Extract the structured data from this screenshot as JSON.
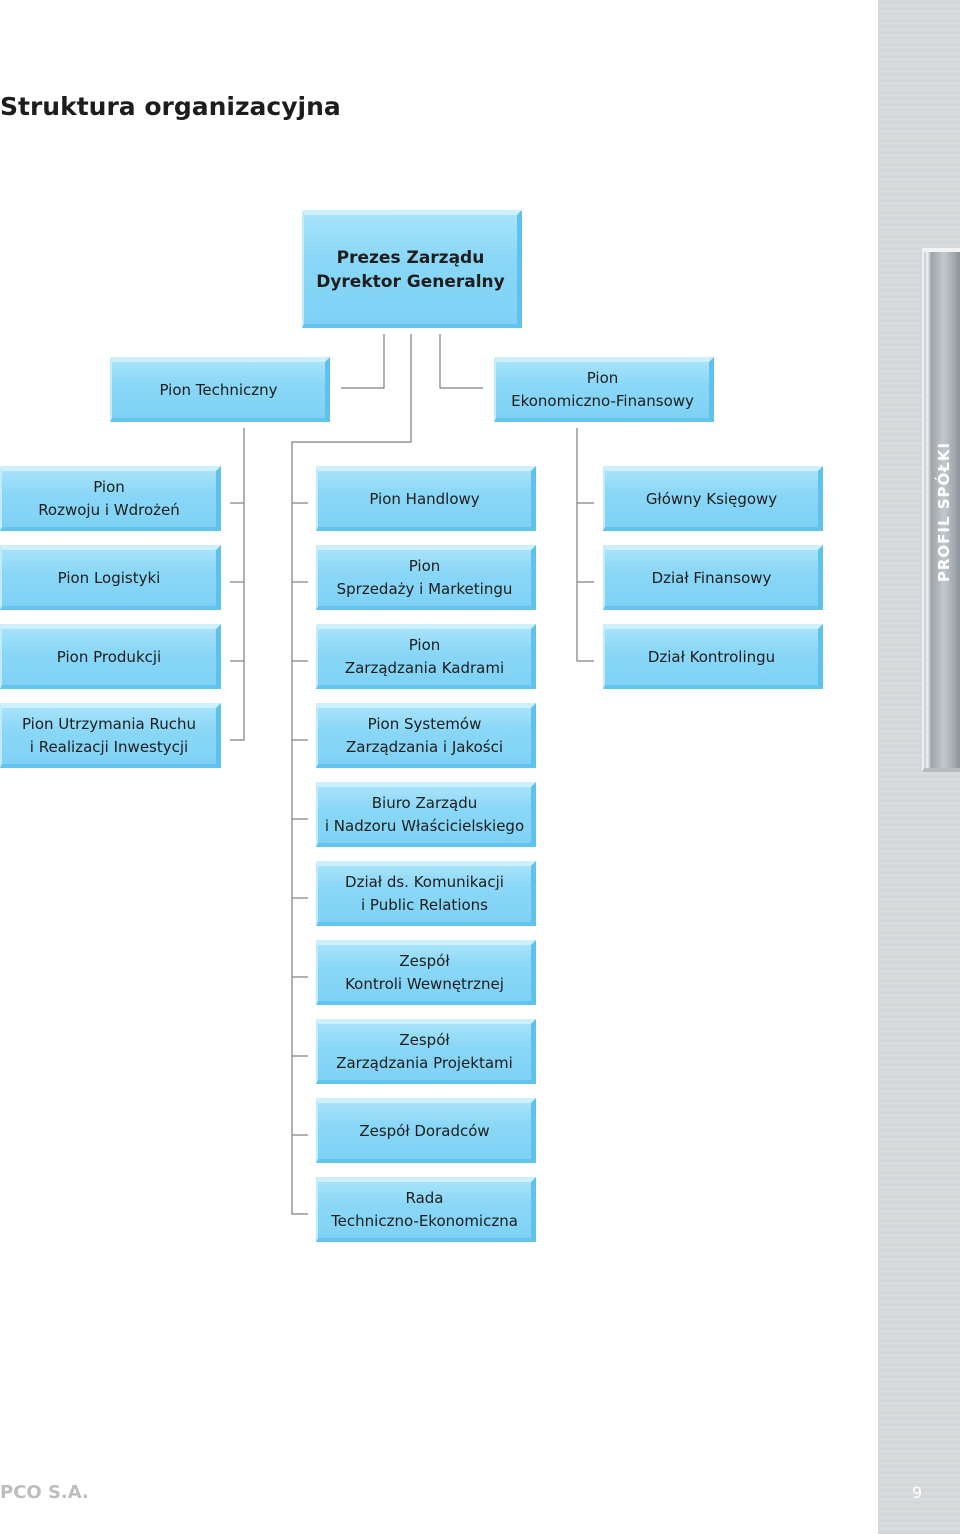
{
  "page": {
    "title": "Struktura organizacyjna",
    "side_tab": "PROFIL SPÓŁKI",
    "footer_company": "PCO S.A.",
    "page_number": "9"
  },
  "colors": {
    "box_fill": "#8ad7f7",
    "box_highlight": "#cdf0fd",
    "box_shadow": "#5ec2ec",
    "connector": "#808080",
    "text": "#1d1d1b"
  },
  "org": {
    "ceo": {
      "line1": "Prezes Zarządu",
      "line2": "Dyrektor Generalny"
    },
    "pion_techniczny": "Pion Techniczny",
    "pion_ekon": "Pion\nEkonomiczno-Finansowy",
    "left_column": [
      "Pion\nRozwoju i Wdrożeń",
      "Pion Logistyki",
      "Pion Produkcji",
      "Pion Utrzymania Ruchu\ni Realizacji Inwestycji"
    ],
    "middle_column": [
      "Pion Handlowy",
      "Pion\nSprzedaży i Marketingu",
      "Pion\nZarządzania Kadrami",
      "Pion Systemów\nZarządzania i Jakości",
      "Biuro Zarządu\ni Nadzoru Właścicielskiego",
      "Dział ds. Komunikacji\ni Public Relations",
      "Zespół\nKontroli Wewnętrznej",
      "Zespół\nZarządzania Projektami",
      "Zespół Doradców",
      "Rada\nTechniczno-Ekonomiczna"
    ],
    "right_column": [
      "Główny Księgowy",
      "Dział Finansowy",
      "Dział Kontrolingu"
    ]
  }
}
